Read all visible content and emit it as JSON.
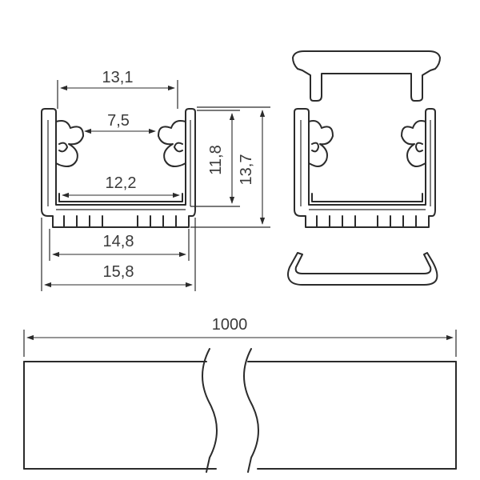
{
  "dimensions": {
    "inner_top_width": "13,1",
    "inner_slot_width": "7,5",
    "inner_bottom_width": "12,2",
    "outer_base_width": "14,8",
    "outer_total_width": "15,8",
    "inner_height": "11,8",
    "total_height": "13,7",
    "length": "1000"
  },
  "colors": {
    "line": "#2b2b2b",
    "text": "#3a3a3a",
    "background": "#ffffff"
  }
}
